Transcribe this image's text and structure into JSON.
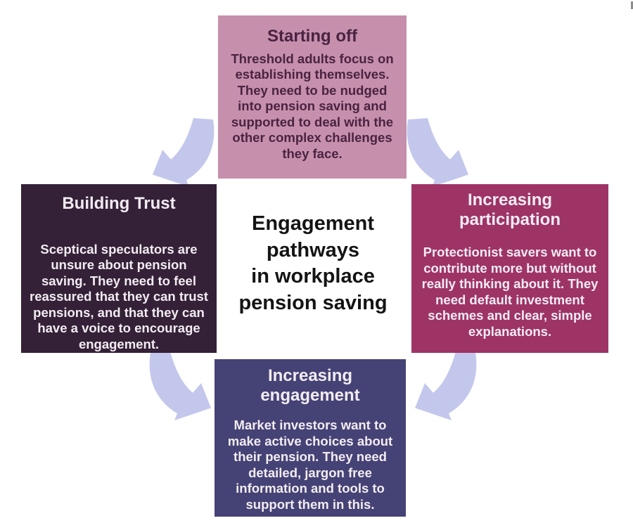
{
  "center_title": {
    "lines": [
      "Engagement",
      "pathways",
      "in workplace",
      "pension saving"
    ]
  },
  "boxes": {
    "starting_off": {
      "title": "Starting off",
      "body": "Threshold adults focus on establishing themselves. They need to be nudged into pension saving and supported to deal with the other complex challenges they face.",
      "bg": "#c690ac",
      "text_color": "#4a2342"
    },
    "building_trust": {
      "title": "Building Trust",
      "body": "Sceptical speculators are unsure about pension saving. They need to feel reassured that they can trust pensions, and that they can have a voice to encourage engagement.",
      "bg": "#342037",
      "text_color": "#f2ecf2"
    },
    "increasing_participation": {
      "title": "Increasing participation",
      "body": "Protectionist savers want to contribute more but without really thinking about it. They need default investment schemes and clear, simple explanations.",
      "bg": "#9e3366",
      "text_color": "#f2ecf2"
    },
    "increasing_engagement": {
      "title": "Increasing engagement",
      "body": "Market investors want to make active choices about their pension. They need detailed, jargon free information and tools to support them in this.",
      "bg": "#454275",
      "text_color": "#f2ecf2"
    }
  },
  "arrows": {
    "color": "#c3c7ec"
  }
}
